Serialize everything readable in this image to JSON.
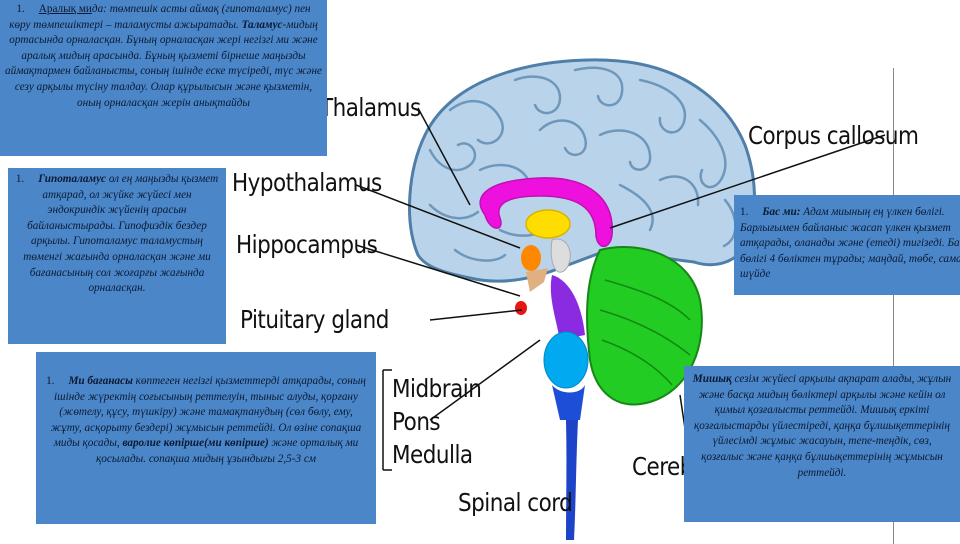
{
  "labels": {
    "thalamus": "Thalamus",
    "corpus_callosum": "Corpus callosum",
    "hypothalamus": "Hypothalamus",
    "hippocampus": "Hippocampus",
    "pituitary": "Pituitary gland",
    "midbrain": "Midbrain",
    "pons": "Pons",
    "medulla": "Medulla",
    "cerebellum": "Cereb",
    "spinal_cord": "Spinal cord"
  },
  "boxes": {
    "intermediate": {
      "num": "1.",
      "term": "Аралық ми",
      "t1": "дa: төмпешік асты аймақ (гипоталамус) пен көру төмпешіктері – таламусты ажыратады.",
      "term2": "Таламус",
      "t2": "-мидың ортасында орналасқан. Бұның орналасқан жері негізгі ми және аралық мидың арасында. Бұның қызметі бірнеше маңызды аймақтармен байланысты, соның ішінде еске түсіреді, түс және сезу арқылы түсіну талдау. Олар құрылысын және қызметін, оның орналасқан жерін анықтайды"
    },
    "hypothalamus": {
      "num": "1.",
      "term": "Гипоталамус",
      "t1": "ол ең маңызды қызмет атқарад, ол жүйке жүйесі мен эндокриндік жүйенің арасын байланыстырады. Гипофиздік бездер арқылы. Гипоталамус таламустың төменгі жағында орналасқан және ми бағанасының сол жоғарғы жағында орналасқан."
    },
    "brainstem": {
      "num": "1.",
      "term": "Ми бағанасы",
      "t1": "көптеген негізгі қызметтерді атқарады, соның ішінде жүректің соғысының реттелуін, тыныс алуды, қорғану (жөтелу, құсу, түшкіру) және тамақтанудың (сөл бөлу, ему, жұту, асқорыту бездері) жұмысын реттейді. Ол өзіне сопақша миды қосады,",
      "term2": "варолие көпірше(ми көпірше)",
      "t2": "және орталық ми қосылады. сопақша мидың ұзындығы 2,5-3 см"
    },
    "cerebrum": {
      "num": "1.",
      "term": "Бас ми:",
      "t1": "Адам миының ең үлкен бөлігі. Барлығымен байланыс жасап үлкен қызмет атқарады, оланады және (етеді) тигізеді. Бас ми бөлігі 4 бөліктен тұрады; маңдай, төбе, самай, шүйде"
    },
    "cerebellum": {
      "term": "Мишық",
      "t1": "сезім жүйесі арқылы ақпарат алады, жұлын және басқа мидың бөліктері арқылы және кейін ол қимыл қозғалысты реттейді. Мишық еркіті қозғалыстарды үйлестіреді, қаңқа бұлшықеттерінің үйлесімді жұмыс жасауын, тепе-теңдік, сөз, қозғалыс және қаңқа бұлшықеттерінің жұмысын реттейді."
    }
  },
  "colors": {
    "box_fill": "#4a86c8",
    "cortex": "#b9d4ea",
    "cortex_outline": "#4f7fa8",
    "corpus_callosum": "#ee11dd",
    "thalamus": "#ffdd00",
    "hypothalamus": "#ff8800",
    "pituitary": "#e81515",
    "hippocampus": "#dddddd",
    "midbrain": "#8a2be2",
    "pons": "#00a9f0",
    "medulla": "#1d4ed8",
    "cerebellum": "#22cc22",
    "spinal_cord": "#1d44c8"
  }
}
